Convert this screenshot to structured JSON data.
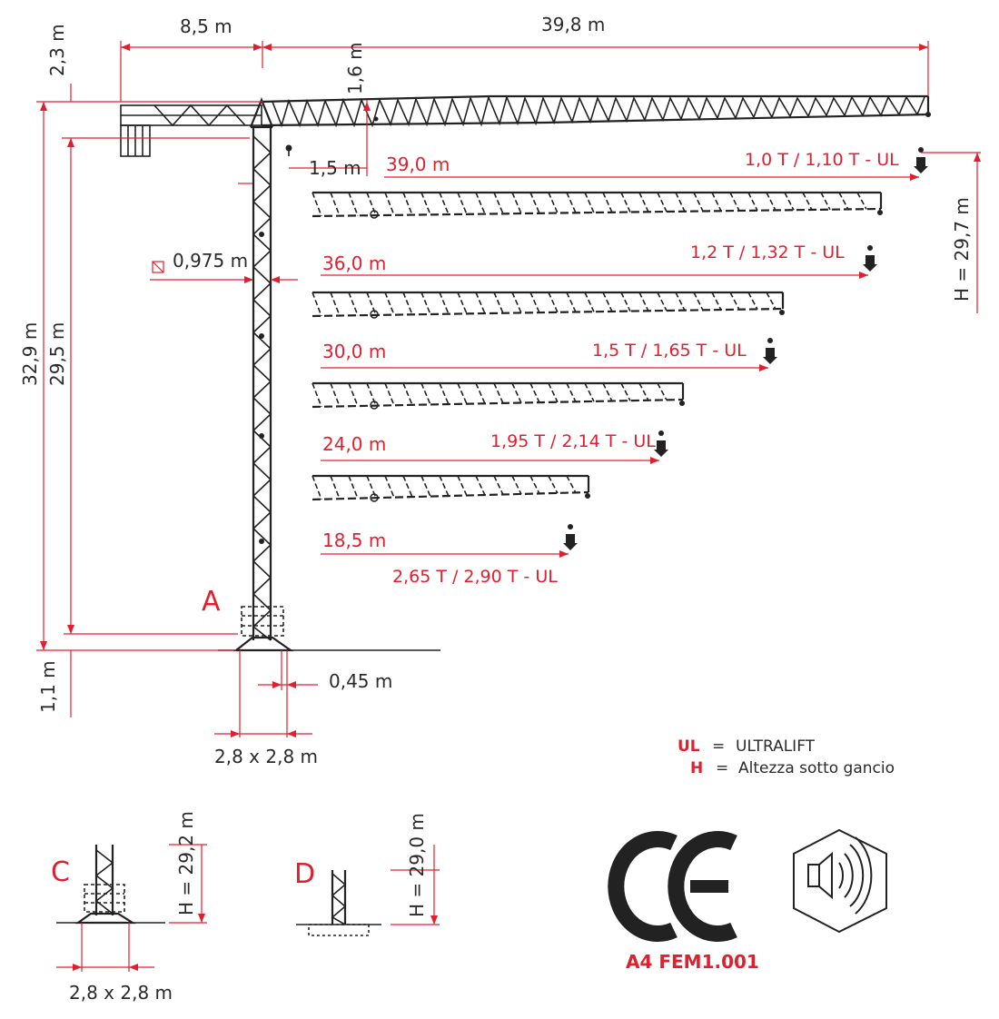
{
  "dimensions": {
    "counter_jib": "8,5 m",
    "jib_length": "39,8 m",
    "top_height": "2,3 m",
    "jib_depth": "1,6 m",
    "hook_offset": "1,5 m",
    "mast_section": "0,975 m",
    "total_height": "32,9 m",
    "jib_height": "29,5 m",
    "base_height": "1,1 m",
    "base_offset": "0,45 m",
    "base_size": "2,8 x 2,8 m",
    "hook_height": "H = 29,7 m"
  },
  "jibs": [
    {
      "radius": "39,0 m",
      "load": "1,0   T / 1,10 T - UL"
    },
    {
      "radius": "36,0 m",
      "load": "1,2   T / 1,32 T - UL"
    },
    {
      "radius": "30,0 m",
      "load": "1,5   T / 1,65 T - UL"
    },
    {
      "radius": "24,0 m",
      "load": "1,95 T / 2,14 T - UL"
    },
    {
      "radius": "18,5 m",
      "load": "2,65 T / 2,90 T - UL"
    }
  ],
  "config_labels": {
    "a": "A",
    "c": "C",
    "d": "D"
  },
  "config_c": {
    "height": "H = 29,2 m",
    "base": "2,8 x 2,8 m"
  },
  "config_d": {
    "height": "H = 29,0 m"
  },
  "legend": [
    {
      "key": "UL",
      "sep": "=",
      "text": "ULTRALIFT"
    },
    {
      "key": "H",
      "sep": "=",
      "text": "Altezza sotto gancio"
    }
  ],
  "certification": "A4 FEM1.001",
  "icons": [
    "ce-mark-icon",
    "noise-level-icon"
  ],
  "colors": {
    "dimension": "#e0202e",
    "structure": "#222222"
  }
}
